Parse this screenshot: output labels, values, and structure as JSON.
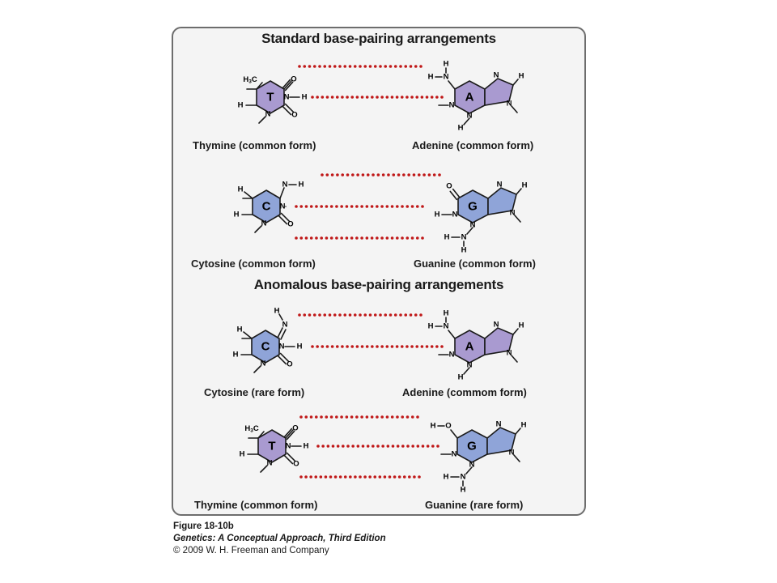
{
  "headings": {
    "standard": "Standard base-pairing arrangements",
    "anomalous": "Anomalous base-pairing arrangements"
  },
  "pairs": [
    {
      "left_caption": "Thymine (common form)",
      "right_caption": "Adenine (common form)",
      "left_letter": "T",
      "right_letter": "A"
    },
    {
      "left_caption": "Cytosine (common form)",
      "right_caption": "Guanine (common form)",
      "left_letter": "C",
      "right_letter": "G"
    },
    {
      "left_caption": "Cytosine (rare form)",
      "right_caption": "Adenine (commom form)",
      "left_letter": "C",
      "right_letter": "A"
    },
    {
      "left_caption": "Thymine (common form)",
      "right_caption": "Guanine (rare form)",
      "left_letter": "T",
      "right_letter": "G"
    }
  ],
  "atoms": {
    "h3c": "H3C",
    "h3c_main": "H",
    "h3c_sub": "3",
    "h3c_tail": "C",
    "o": "O",
    "n": "N",
    "h": "H"
  },
  "credits": {
    "figure": "Figure 18-10b",
    "book": "Genetics: A Conceptual Approach, Third Edition",
    "copyright": "© 2009 W. H. Freeman and Company"
  },
  "colors": {
    "thymine_fill": "#a99ad0",
    "cytosine_fill": "#8fa4d8",
    "adenine_fill": "#a99ad0",
    "guanine_fill": "#8fa4d8",
    "hbond": "#c01818",
    "panel_border": "#6d6d6d"
  }
}
